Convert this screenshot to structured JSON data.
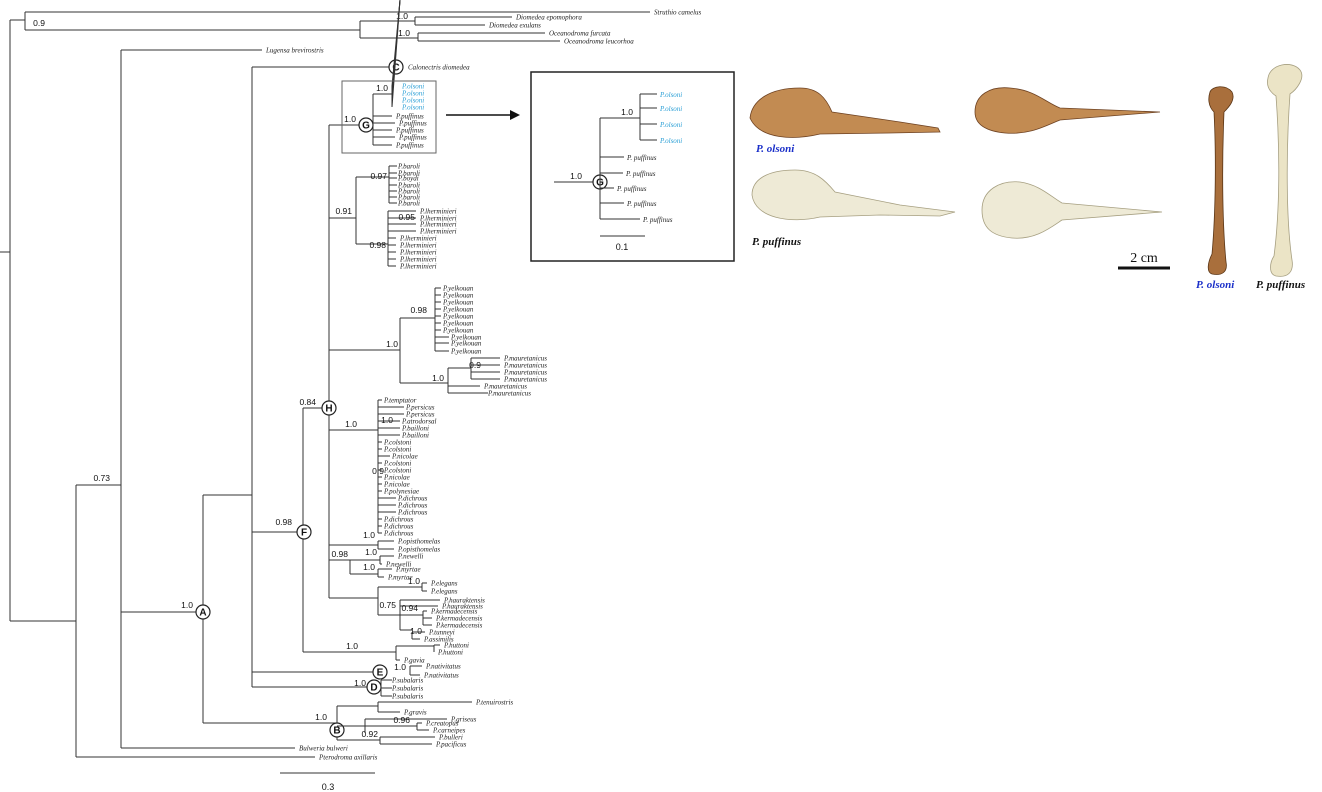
{
  "colors": {
    "olsoni_tip": "#2a9fd6",
    "olsoni_caption": "#1a2fc9",
    "puffinus_caption": "#111111",
    "edge": "#333333"
  },
  "outgroup_tips": [
    "Struthio camelus",
    "Diomedea epomophora",
    "Diomedea exulans",
    "Oceanodroma furcata",
    "Oceanodroma leucorhoa",
    "Lugensa brevirostris"
  ],
  "node_labels": {
    "A": "A",
    "B": "B",
    "C": "C",
    "D": "D",
    "E": "E",
    "F": "F",
    "G": "G",
    "H": "H"
  },
  "clade_C_tip": "Calonectris diomedea",
  "clade_G": {
    "olsoni": [
      "P.olsoni",
      "P.olsoni",
      "P.olsoni",
      "P.olsoni"
    ],
    "puffinus": [
      "P.puffinus",
      "P.puffinus",
      "P.puffinus",
      "P.puffinus",
      "P.puffinus"
    ],
    "support_inner": "1.0",
    "support_node": "1.0"
  },
  "baroli_group": {
    "baroli": [
      "P.baroli",
      "P.baroli",
      "P.boydi",
      "P.baroli",
      "P.baroli",
      "P.baroli",
      "P.baroli"
    ],
    "lherminieri": [
      "P.lherminieri",
      "P.lherminieri",
      "P.lherminieri",
      "P.lherminieri",
      "P.lherminieri",
      "P.lherminieri",
      "P.lherminieri",
      "P.lherminieri",
      "P.lherminieri"
    ]
  },
  "yelkouan_group": {
    "yelkouan": [
      "P.yelkouan",
      "P.yelkouan",
      "P.yelkouan",
      "P.yelkouan",
      "P.yelkouan",
      "P.yelkouan",
      "P.yelkouan",
      "P.yelkouan",
      "P.yelkouan",
      "P.yelkouan"
    ],
    "mauretanicus": [
      "P.mauretanicus",
      "P.mauretanicus",
      "P.mauretanicus",
      "P.mauretanicus",
      "P.mauretanicus",
      "P.mauretanicus"
    ]
  },
  "clade_H_lower": [
    "P.temptator",
    "P.persicus",
    "P.persicus",
    "P.atrodorsal",
    "P.bailloni",
    "P.bailloni",
    "P.colstoni",
    "P.colstoni",
    "P.nicolae",
    "P.colstoni",
    "P.colstoni",
    "P.nicolae",
    "P.nicolae",
    "P.polynesiae",
    "P.dichrous",
    "P.dichrous",
    "P.dichrous",
    "P.dichrous",
    "P.dichrous",
    "P.dichrous"
  ],
  "opisthomelas_group": [
    "P.opisthomelas",
    "P.opisthomelas",
    "P.newelli",
    "P.newelli",
    "P.myrtae",
    "P.myrtae"
  ],
  "elegans_group": [
    "P.elegans",
    "P.elegans",
    "P.hauraktensis",
    "P.hauraktensis",
    "P.kermadecensis",
    "P.kermadecensis",
    "P.kermadecensis",
    "P.tunneyi",
    "P.assimilis",
    "P.huttoni",
    "P.huttoni"
  ],
  "clade_E_D": [
    "P.gavia",
    "P.nativitatus",
    "P.nativitatus",
    "P.subalaris",
    "P.subalaris",
    "P.subalaris"
  ],
  "clade_B": [
    "P.tenuirostris",
    "P.gravis",
    "P.griseus",
    "P.creatopus",
    "P.carneipes",
    "P.bulleri",
    "P.pacificus"
  ],
  "basal_tips": [
    "Bulweria bulweri",
    "Pterodroma axillaris"
  ],
  "supports": {
    "s09_top": "0.9",
    "s10_dio": "1.0",
    "s10_oce": "1.0",
    "s073": "0.73",
    "sA": "1.0",
    "sF": "0.98",
    "sH": "0.84",
    "s097": "0.97",
    "s091": "0.91",
    "s095": "0.95",
    "s098b": "0.98",
    "s098y": "0.98",
    "s10y": "1.0",
    "s10m": "1.0",
    "s09m": "0.9",
    "s10H": "1.0",
    "s10p": "1.0",
    "s09c": "0.9",
    "s10o": "1.0",
    "s098o": "0.98",
    "s10n": "1.0",
    "s10my": "1.0",
    "s10e": "1.0",
    "s075": "0.75",
    "s094": "0.94",
    "s10t": "1.0",
    "s10hu": "1.0",
    "s10E": "1.0",
    "s10D": "1.0",
    "sB": "1.0",
    "s096": "0.96",
    "s092": "0.92"
  },
  "scale_bar": "0.3",
  "inset": {
    "tips": [
      "P.olsoni",
      "P.olsoni",
      "P.olsoni",
      "P.olsoni",
      "P. puffinus",
      "P. puffinus",
      "P. puffinus",
      "P. puffinus",
      "P. puffinus"
    ],
    "support_inner": "1.0",
    "support_node": "1.0",
    "node": "G",
    "scale_bar": "0.1"
  },
  "photos": {
    "olsoni_caption": "P. olsoni",
    "puffinus_caption": "P. puffinus",
    "cm_label": "2 cm",
    "bone_olsoni_caption": "P. olsoni",
    "bone_puffinus_caption": "P. puffinus"
  }
}
